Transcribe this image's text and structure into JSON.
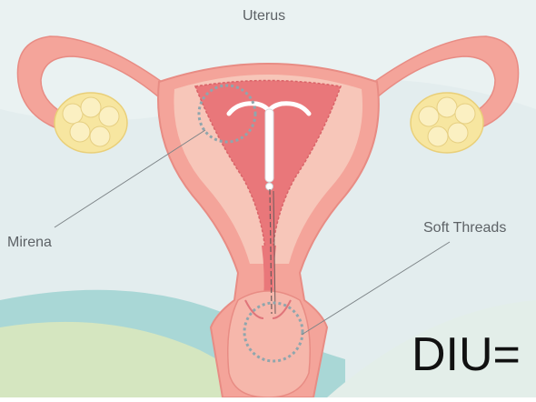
{
  "labels": {
    "uterus": "Uterus",
    "mirena": "Mirena",
    "soft_threads": "Soft Threads"
  },
  "caption": "DIU=",
  "colors": {
    "background": "#e2ecee",
    "tissue_outer": "#f4a49a",
    "tissue_inner": "#f7c4b8",
    "cavity": "#e86f73",
    "ovary": "#f7e9a6",
    "device": "#ffffff",
    "callout_circle": "#8fa6ad",
    "accent_green": "#cde3b9",
    "accent_teal": "#a7d6d6"
  },
  "icons": {
    "iud": "t-shaped-device-icon",
    "ovary": "ovary-icon"
  }
}
